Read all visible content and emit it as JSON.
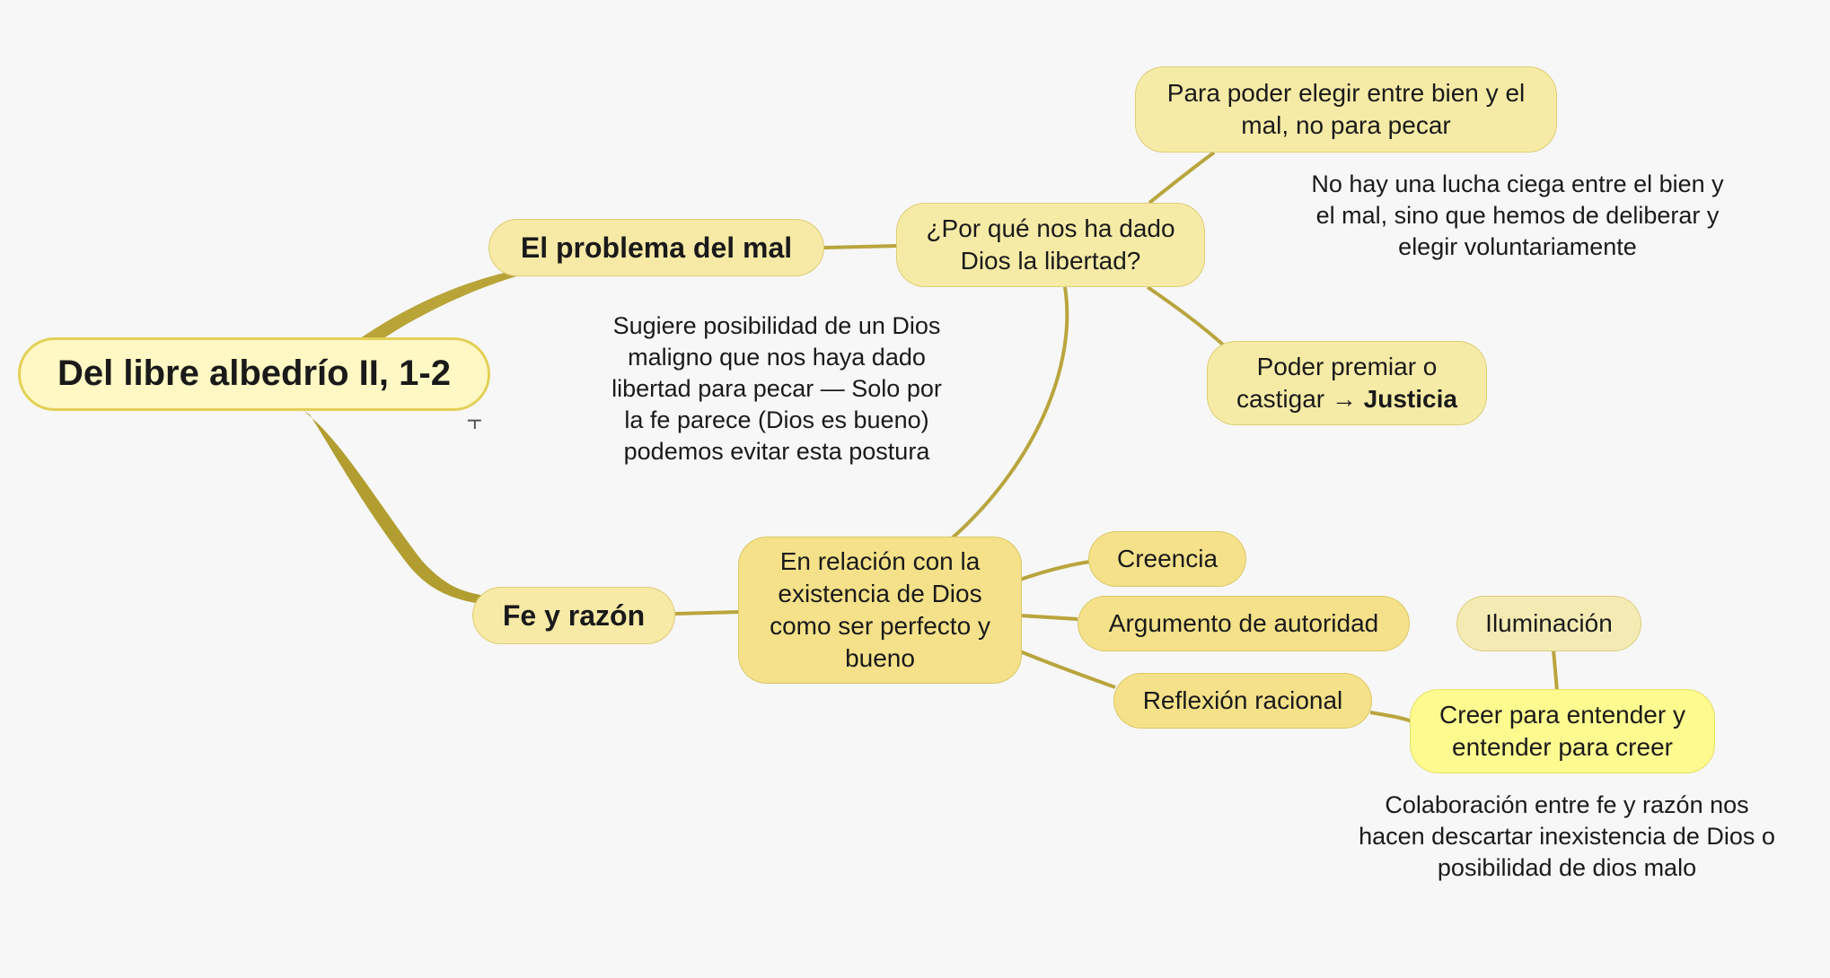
{
  "root": {
    "label": "Del libre albedrío II, 1-2"
  },
  "branch_problema": {
    "label": "El problema del mal",
    "por_que": {
      "lines": [
        "¿Por qué nos ha dado",
        "Dios la libertad?"
      ]
    },
    "elegir": {
      "lines": [
        "Para poder elegir entre bien y el",
        "mal, no para pecar"
      ]
    },
    "lucha_note": {
      "lines": [
        "No hay una lucha ciega entre el bien y",
        "el mal, sino que hemos de deliberar y",
        "elegir voluntariamente"
      ]
    },
    "premiar": {
      "line1": "Poder premiar o",
      "line2_prefix": "castigar → ",
      "line2_bold": "Justicia"
    },
    "maligno_note": {
      "lines": [
        "Sugiere posibilidad de un Dios",
        "maligno que nos haya dado",
        "libertad para pecar — Solo por",
        "la fe parece (Dios es bueno)",
        "podemos evitar esta postura"
      ]
    }
  },
  "branch_fe": {
    "label": "Fe y razón",
    "relacion": {
      "lines": [
        "En relación con la",
        "existencia de Dios",
        "como ser perfecto y",
        "bueno"
      ]
    },
    "creencia": "Creencia",
    "argumento": "Argumento de autoridad",
    "reflexion": "Reflexión racional",
    "iluminacion": "Iluminación",
    "creer": {
      "lines": [
        "Creer para entender y",
        "entender para creer"
      ]
    },
    "colaboracion_note": {
      "lines": [
        "Colaboración entre fe y razón nos",
        "hacen descartar inexistencia de Dios o",
        "posibilidad de dios malo"
      ]
    }
  },
  "icons": {
    "collapse": "⫟"
  },
  "colors": {
    "background": "#f7f7f7",
    "link": "#b9a53d",
    "link_thick": "#b09c32"
  }
}
